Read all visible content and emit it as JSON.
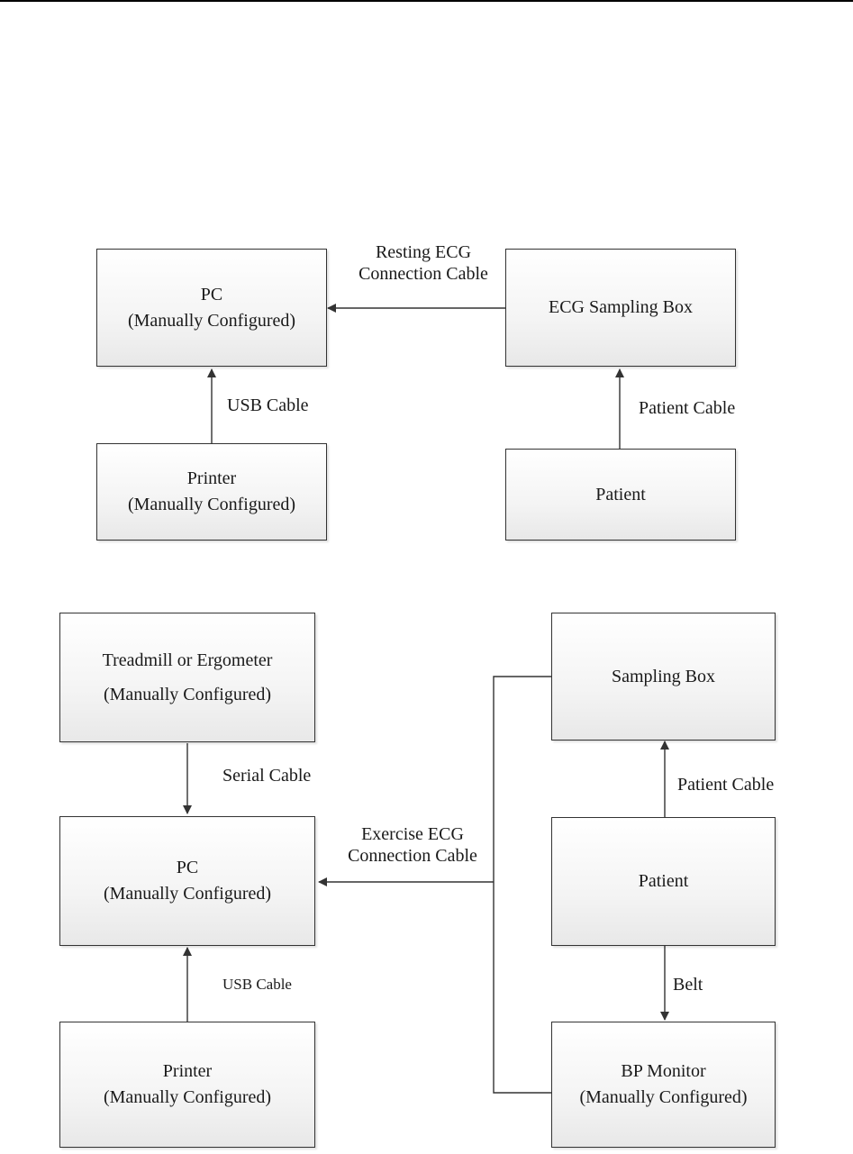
{
  "resting": {
    "pc": {
      "line1": "PC",
      "line2": "(Manually Configured)"
    },
    "sampling_box": {
      "line1": "ECG Sampling Box"
    },
    "printer": {
      "line1": "Printer",
      "line2": "(Manually Configured)"
    },
    "patient": {
      "line1": "Patient"
    },
    "labels": {
      "connection_cable_l1": "Resting ECG",
      "connection_cable_l2": "Connection Cable",
      "usb_cable": "USB Cable",
      "patient_cable": "Patient Cable"
    }
  },
  "exercise": {
    "treadmill": {
      "line1": "Treadmill or Ergometer",
      "line2": "(Manually Configured)"
    },
    "pc": {
      "line1": "PC",
      "line2": "(Manually Configured)"
    },
    "printer": {
      "line1": "Printer",
      "line2": "(Manually Configured)"
    },
    "sampling_box": {
      "line1": "Sampling Box"
    },
    "patient": {
      "line1": "Patient"
    },
    "bp_monitor": {
      "line1": "BP Monitor",
      "line2": "(Manually Configured)"
    },
    "labels": {
      "serial_cable": "Serial Cable",
      "connection_cable_l1": "Exercise ECG",
      "connection_cable_l2": "Connection Cable",
      "usb_cable": "USB Cable",
      "patient_cable": "Patient Cable",
      "belt": "Belt"
    }
  }
}
